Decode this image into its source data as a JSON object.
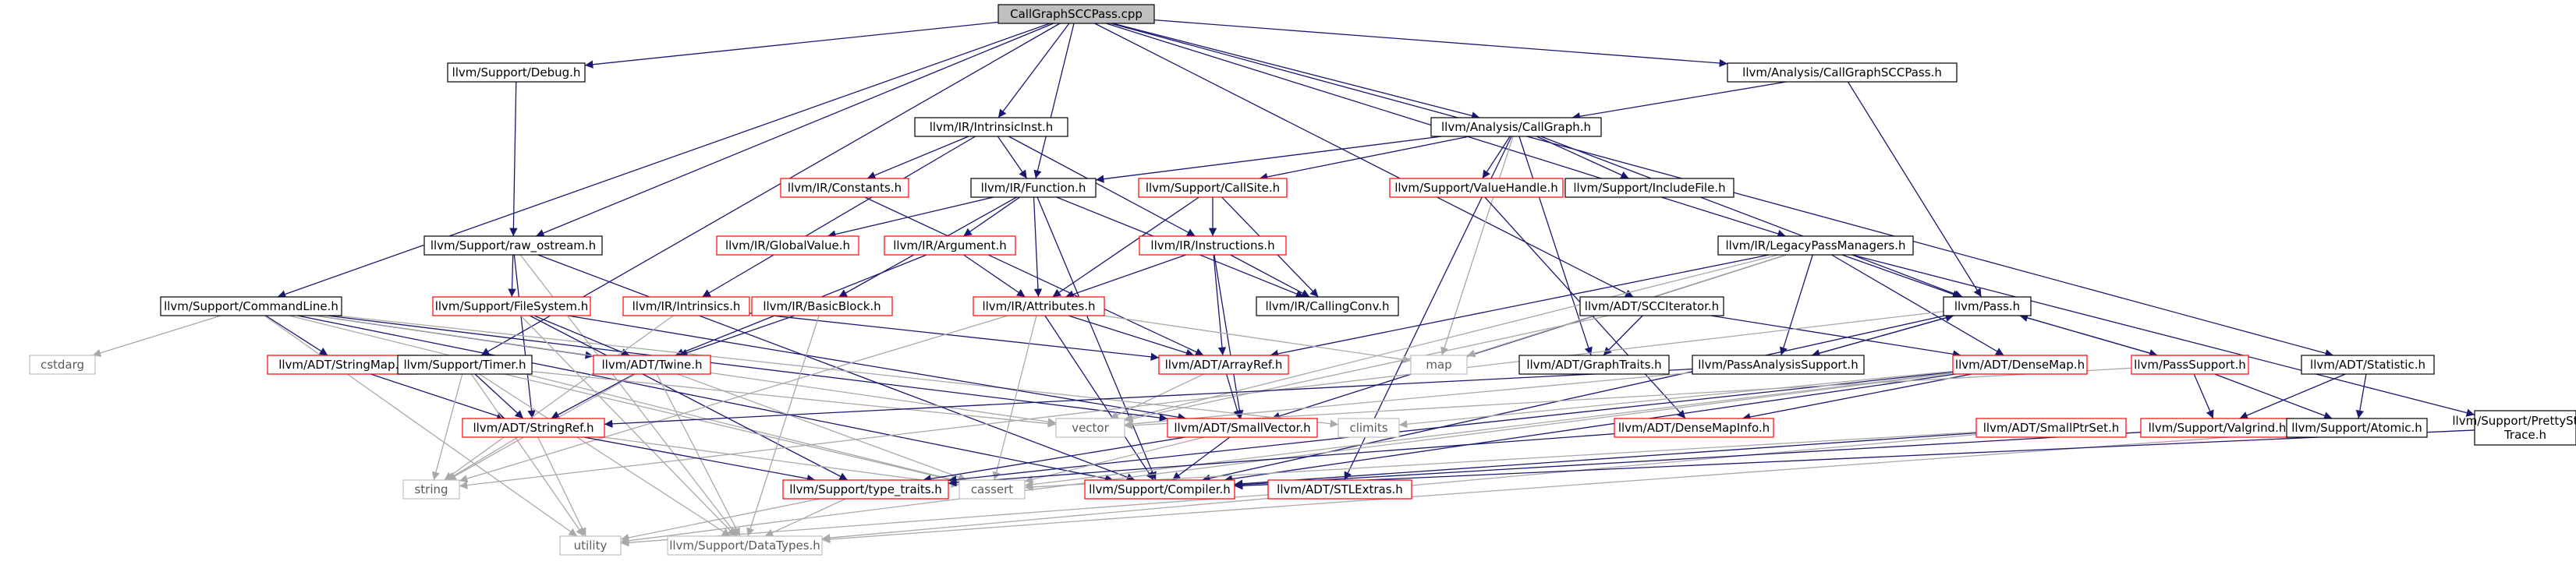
{
  "colors": {
    "node_black": "#000000",
    "node_red": "#ff0000",
    "node_gray": "#bfbfbf",
    "text_black": "#000000",
    "text_gray": "#5a5a5a",
    "root_fill": "#bfbfbf",
    "edge": "#191970",
    "edge_gray": "#a9a9a9"
  },
  "nodes": [
    {
      "id": "root",
      "label": "CallGraphSCCPass.cpp",
      "style": "root"
    },
    {
      "id": "debug",
      "label": "llvm/Support/Debug.h",
      "style": "black"
    },
    {
      "id": "intrinsicinst",
      "label": "llvm/IR/IntrinsicInst.h",
      "style": "black"
    },
    {
      "id": "callgraph",
      "label": "llvm/Analysis/CallGraph.h",
      "style": "black"
    },
    {
      "id": "cgsccpass",
      "label": "llvm/Analysis/CallGraphSCCPass.h",
      "style": "black"
    },
    {
      "id": "constants",
      "label": "llvm/IR/Constants.h",
      "style": "red"
    },
    {
      "id": "function",
      "label": "llvm/IR/Function.h",
      "style": "black"
    },
    {
      "id": "callsite",
      "label": "llvm/Support/CallSite.h",
      "style": "red"
    },
    {
      "id": "valuehandle",
      "label": "llvm/Support/ValueHandle.h",
      "style": "red"
    },
    {
      "id": "includefile",
      "label": "llvm/Support/IncludeFile.h",
      "style": "black"
    },
    {
      "id": "globalvalue",
      "label": "llvm/IR/GlobalValue.h",
      "style": "red"
    },
    {
      "id": "argument",
      "label": "llvm/IR/Argument.h",
      "style": "red"
    },
    {
      "id": "instructions",
      "label": "llvm/IR/Instructions.h",
      "style": "red"
    },
    {
      "id": "rawostream",
      "label": "llvm/Support/raw_ostream.h",
      "style": "black"
    },
    {
      "id": "legacypm",
      "label": "llvm/IR/LegacyPassManagers.h",
      "style": "black"
    },
    {
      "id": "commandline",
      "label": "llvm/Support/CommandLine.h",
      "style": "black"
    },
    {
      "id": "filesystem",
      "label": "llvm/Support/FileSystem.h",
      "style": "red"
    },
    {
      "id": "intrinsics",
      "label": "llvm/IR/Intrinsics.h",
      "style": "red"
    },
    {
      "id": "basicblock",
      "label": "llvm/IR/BasicBlock.h",
      "style": "red"
    },
    {
      "id": "attributes",
      "label": "llvm/IR/Attributes.h",
      "style": "red"
    },
    {
      "id": "callingconv",
      "label": "llvm/IR/CallingConv.h",
      "style": "black"
    },
    {
      "id": "sccit",
      "label": "llvm/ADT/SCCIterator.h",
      "style": "black"
    },
    {
      "id": "pass",
      "label": "llvm/Pass.h",
      "style": "black"
    },
    {
      "id": "cstdarg",
      "label": "cstdarg",
      "style": "gray"
    },
    {
      "id": "stringmap",
      "label": "llvm/ADT/StringMap.h",
      "style": "red"
    },
    {
      "id": "timer",
      "label": "llvm/Support/Timer.h",
      "style": "black"
    },
    {
      "id": "twine",
      "label": "llvm/ADT/Twine.h",
      "style": "red"
    },
    {
      "id": "arrayref",
      "label": "llvm/ADT/ArrayRef.h",
      "style": "red"
    },
    {
      "id": "map",
      "label": "map",
      "style": "gray"
    },
    {
      "id": "graphtraits",
      "label": "llvm/ADT/GraphTraits.h",
      "style": "black"
    },
    {
      "id": "pas",
      "label": "llvm/PassAnalysisSupport.h",
      "style": "black"
    },
    {
      "id": "densemap",
      "label": "llvm/ADT/DenseMap.h",
      "style": "red"
    },
    {
      "id": "passsupport",
      "label": "llvm/PassSupport.h",
      "style": "red"
    },
    {
      "id": "statistic",
      "label": "llvm/ADT/Statistic.h",
      "style": "black"
    },
    {
      "id": "vector",
      "label": "vector",
      "style": "gray"
    },
    {
      "id": "climits",
      "label": "climits",
      "style": "gray"
    },
    {
      "id": "stringref",
      "label": "llvm/ADT/StringRef.h",
      "style": "red"
    },
    {
      "id": "smallvector",
      "label": "llvm/ADT/SmallVector.h",
      "style": "red"
    },
    {
      "id": "densemapinfo",
      "label": "llvm/ADT/DenseMapInfo.h",
      "style": "red"
    },
    {
      "id": "smallptrset",
      "label": "llvm/ADT/SmallPtrSet.h",
      "style": "red"
    },
    {
      "id": "valgrind",
      "label": "llvm/Support/Valgrind.h",
      "style": "red"
    },
    {
      "id": "atomic",
      "label": "llvm/Support/Atomic.h",
      "style": "black"
    },
    {
      "id": "prettystack",
      "label": "llvm/Support/PrettyStack\nTrace.h",
      "style": "black"
    },
    {
      "id": "string",
      "label": "string",
      "style": "gray"
    },
    {
      "id": "typetraits",
      "label": "llvm/Support/type_traits.h",
      "style": "red"
    },
    {
      "id": "cassert",
      "label": "cassert",
      "style": "gray"
    },
    {
      "id": "compiler",
      "label": "llvm/Support/Compiler.h",
      "style": "red"
    },
    {
      "id": "stlextras",
      "label": "llvm/ADT/STLExtras.h",
      "style": "red"
    },
    {
      "id": "utility",
      "label": "utility",
      "style": "gray"
    },
    {
      "id": "datatypes",
      "label": "llvm/Support/DataTypes.h",
      "style": "gray"
    }
  ],
  "edges": [
    [
      "root",
      "debug"
    ],
    [
      "root",
      "intrinsicinst"
    ],
    [
      "root",
      "function"
    ],
    [
      "root",
      "callgraph"
    ],
    [
      "root",
      "cgsccpass"
    ],
    [
      "root",
      "rawostream"
    ],
    [
      "root",
      "legacypm"
    ],
    [
      "root",
      "commandline"
    ],
    [
      "root",
      "timer"
    ],
    [
      "root",
      "sccit"
    ],
    [
      "root",
      "statistic"
    ],
    [
      "debug",
      "rawostream"
    ],
    [
      "intrinsicinst",
      "constants"
    ],
    [
      "intrinsicinst",
      "function"
    ],
    [
      "intrinsicinst",
      "instructions"
    ],
    [
      "intrinsicinst",
      "intrinsics"
    ],
    [
      "callgraph",
      "function"
    ],
    [
      "callgraph",
      "callsite"
    ],
    [
      "callgraph",
      "valuehandle"
    ],
    [
      "callgraph",
      "includefile"
    ],
    [
      "callgraph",
      "pass"
    ],
    [
      "callgraph",
      "graphtraits"
    ],
    [
      "callgraph",
      "map"
    ],
    [
      "callgraph",
      "stlextras"
    ],
    [
      "cgsccpass",
      "callgraph"
    ],
    [
      "cgsccpass",
      "pass"
    ],
    [
      "constants",
      "arrayref"
    ],
    [
      "function",
      "globalvalue"
    ],
    [
      "function",
      "argument"
    ],
    [
      "function",
      "basicblock"
    ],
    [
      "function",
      "attributes"
    ],
    [
      "function",
      "callingconv"
    ],
    [
      "function",
      "compiler"
    ],
    [
      "callsite",
      "instructions"
    ],
    [
      "callsite",
      "attributes"
    ],
    [
      "callsite",
      "callingconv"
    ],
    [
      "valuehandle",
      "densemapinfo"
    ],
    [
      "argument",
      "attributes"
    ],
    [
      "argument",
      "twine"
    ],
    [
      "instructions",
      "attributes"
    ],
    [
      "instructions",
      "callingconv"
    ],
    [
      "instructions",
      "arrayref"
    ],
    [
      "instructions",
      "smallvector"
    ],
    [
      "rawostream",
      "filesystem"
    ],
    [
      "rawostream",
      "stringref"
    ],
    [
      "rawostream",
      "compiler"
    ],
    [
      "rawostream",
      "datatypes"
    ],
    [
      "legacypm",
      "pass"
    ],
    [
      "legacypm",
      "pas"
    ],
    [
      "legacypm",
      "densemap"
    ],
    [
      "legacypm",
      "smallvector"
    ],
    [
      "legacypm",
      "arrayref"
    ],
    [
      "legacypm",
      "map"
    ],
    [
      "legacypm",
      "vector"
    ],
    [
      "legacypm",
      "prettystack"
    ],
    [
      "commandline",
      "cstdarg"
    ],
    [
      "commandline",
      "stringmap"
    ],
    [
      "commandline",
      "twine"
    ],
    [
      "commandline",
      "climits"
    ],
    [
      "commandline",
      "vector"
    ],
    [
      "commandline",
      "utility"
    ],
    [
      "commandline",
      "compiler"
    ],
    [
      "commandline",
      "cassert"
    ],
    [
      "commandline",
      "smallvector"
    ],
    [
      "filesystem",
      "twine"
    ],
    [
      "filesystem",
      "datatypes"
    ],
    [
      "filesystem",
      "smallvector"
    ],
    [
      "filesystem",
      "typetraits"
    ],
    [
      "intrinsics",
      "arrayref"
    ],
    [
      "intrinsics",
      "string"
    ],
    [
      "basicblock",
      "twine"
    ],
    [
      "basicblock",
      "datatypes"
    ],
    [
      "attributes",
      "arrayref"
    ],
    [
      "attributes",
      "string"
    ],
    [
      "attributes",
      "map"
    ],
    [
      "attributes",
      "cassert"
    ],
    [
      "attributes",
      "compiler"
    ],
    [
      "sccit",
      "graphtraits"
    ],
    [
      "sccit",
      "densemap"
    ],
    [
      "sccit",
      "vector"
    ],
    [
      "pass",
      "compiler"
    ],
    [
      "pass",
      "string"
    ],
    [
      "pass",
      "pas"
    ],
    [
      "pass",
      "passsupport"
    ],
    [
      "stringmap",
      "stringref"
    ],
    [
      "timer",
      "stringref"
    ],
    [
      "timer",
      "datatypes"
    ],
    [
      "timer",
      "string"
    ],
    [
      "timer",
      "utility"
    ],
    [
      "timer",
      "vector"
    ],
    [
      "timer",
      "cassert"
    ],
    [
      "twine",
      "stringref"
    ],
    [
      "twine",
      "datatypes"
    ],
    [
      "twine",
      "string"
    ],
    [
      "twine",
      "cassert"
    ],
    [
      "arrayref",
      "smallvector"
    ],
    [
      "arrayref",
      "vector"
    ],
    [
      "pas",
      "pass"
    ],
    [
      "pas",
      "vector"
    ],
    [
      "pas",
      "stringref"
    ],
    [
      "densemap",
      "densemapinfo"
    ],
    [
      "densemap",
      "typetraits"
    ],
    [
      "densemap",
      "compiler"
    ],
    [
      "densemap",
      "utility"
    ],
    [
      "densemap",
      "climits"
    ],
    [
      "densemap",
      "cassert"
    ],
    [
      "passsupport",
      "pass"
    ],
    [
      "passsupport",
      "valgrind"
    ],
    [
      "passsupport",
      "atomic"
    ],
    [
      "passsupport",
      "vector"
    ],
    [
      "statistic",
      "atomic"
    ],
    [
      "statistic",
      "valgrind"
    ],
    [
      "stringref",
      "typetraits"
    ],
    [
      "stringref",
      "string"
    ],
    [
      "stringref",
      "utility"
    ],
    [
      "stringref",
      "cassert"
    ],
    [
      "smallvector",
      "typetraits"
    ],
    [
      "smallvector",
      "compiler"
    ],
    [
      "smallvector",
      "cassert"
    ],
    [
      "densemapinfo",
      "typetraits"
    ],
    [
      "smallptrset",
      "compiler"
    ],
    [
      "smallptrset",
      "datatypes"
    ],
    [
      "smallptrset",
      "cassert"
    ],
    [
      "valgrind",
      "compiler"
    ],
    [
      "atomic",
      "datatypes"
    ],
    [
      "prettystack",
      "compiler"
    ],
    [
      "typetraits",
      "datatypes"
    ],
    [
      "typetraits",
      "utility"
    ],
    [
      "stlextras",
      "utility"
    ]
  ]
}
